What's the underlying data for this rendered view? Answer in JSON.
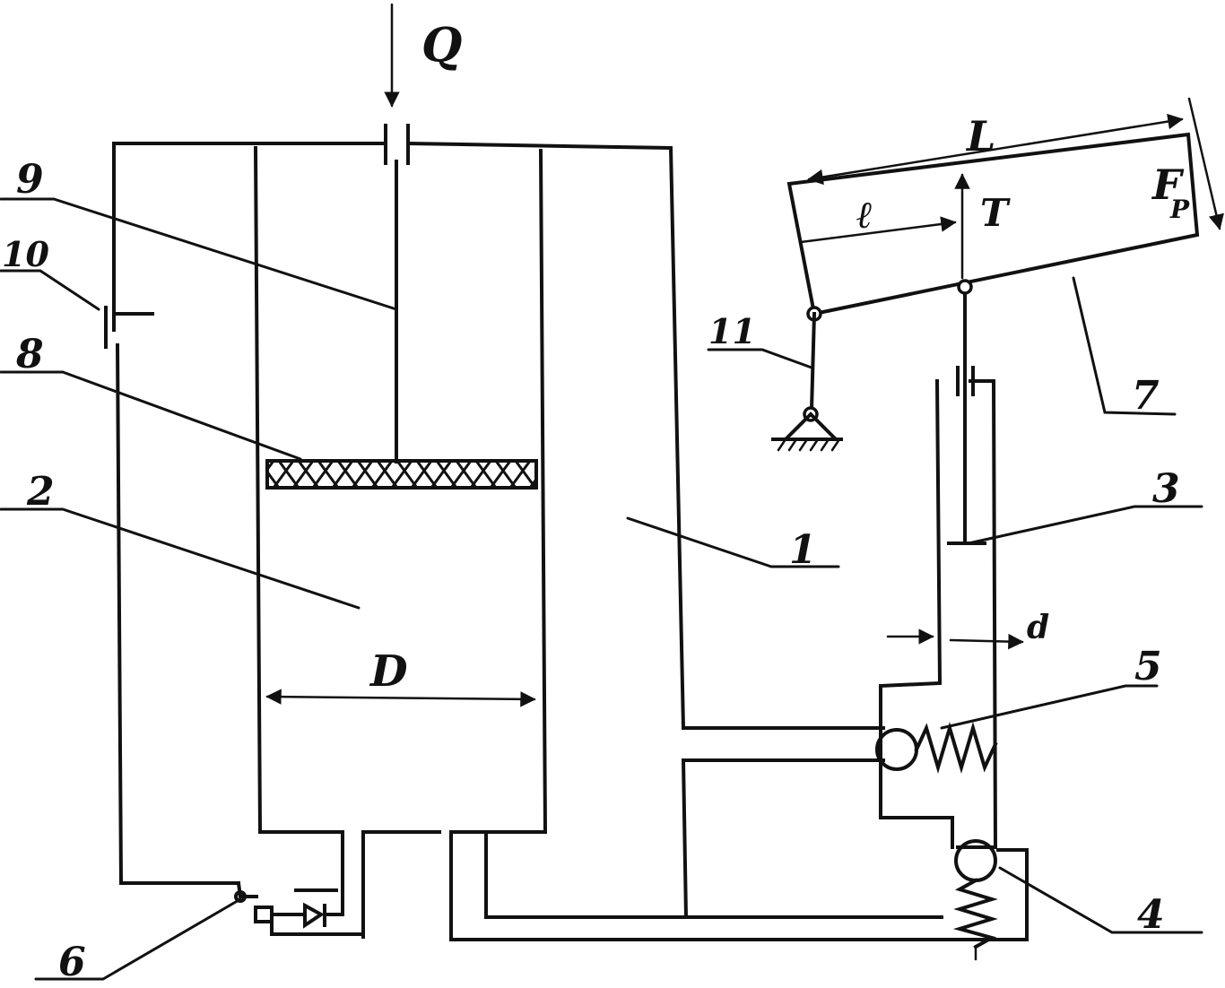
{
  "labels": {
    "Q": "Q",
    "L": "L",
    "l": "ℓ",
    "T": "T",
    "F": "F",
    "F_sub": "P",
    "D": "D",
    "d": "d",
    "n1": "1",
    "n2": "2",
    "n3": "3",
    "n4": "4",
    "n5": "5",
    "n6": "6",
    "n7": "7",
    "n8": "8",
    "n9": "9",
    "n10": "10",
    "n11": "11"
  },
  "colors": {
    "ink": "#111111",
    "paper": "#ffffff"
  }
}
